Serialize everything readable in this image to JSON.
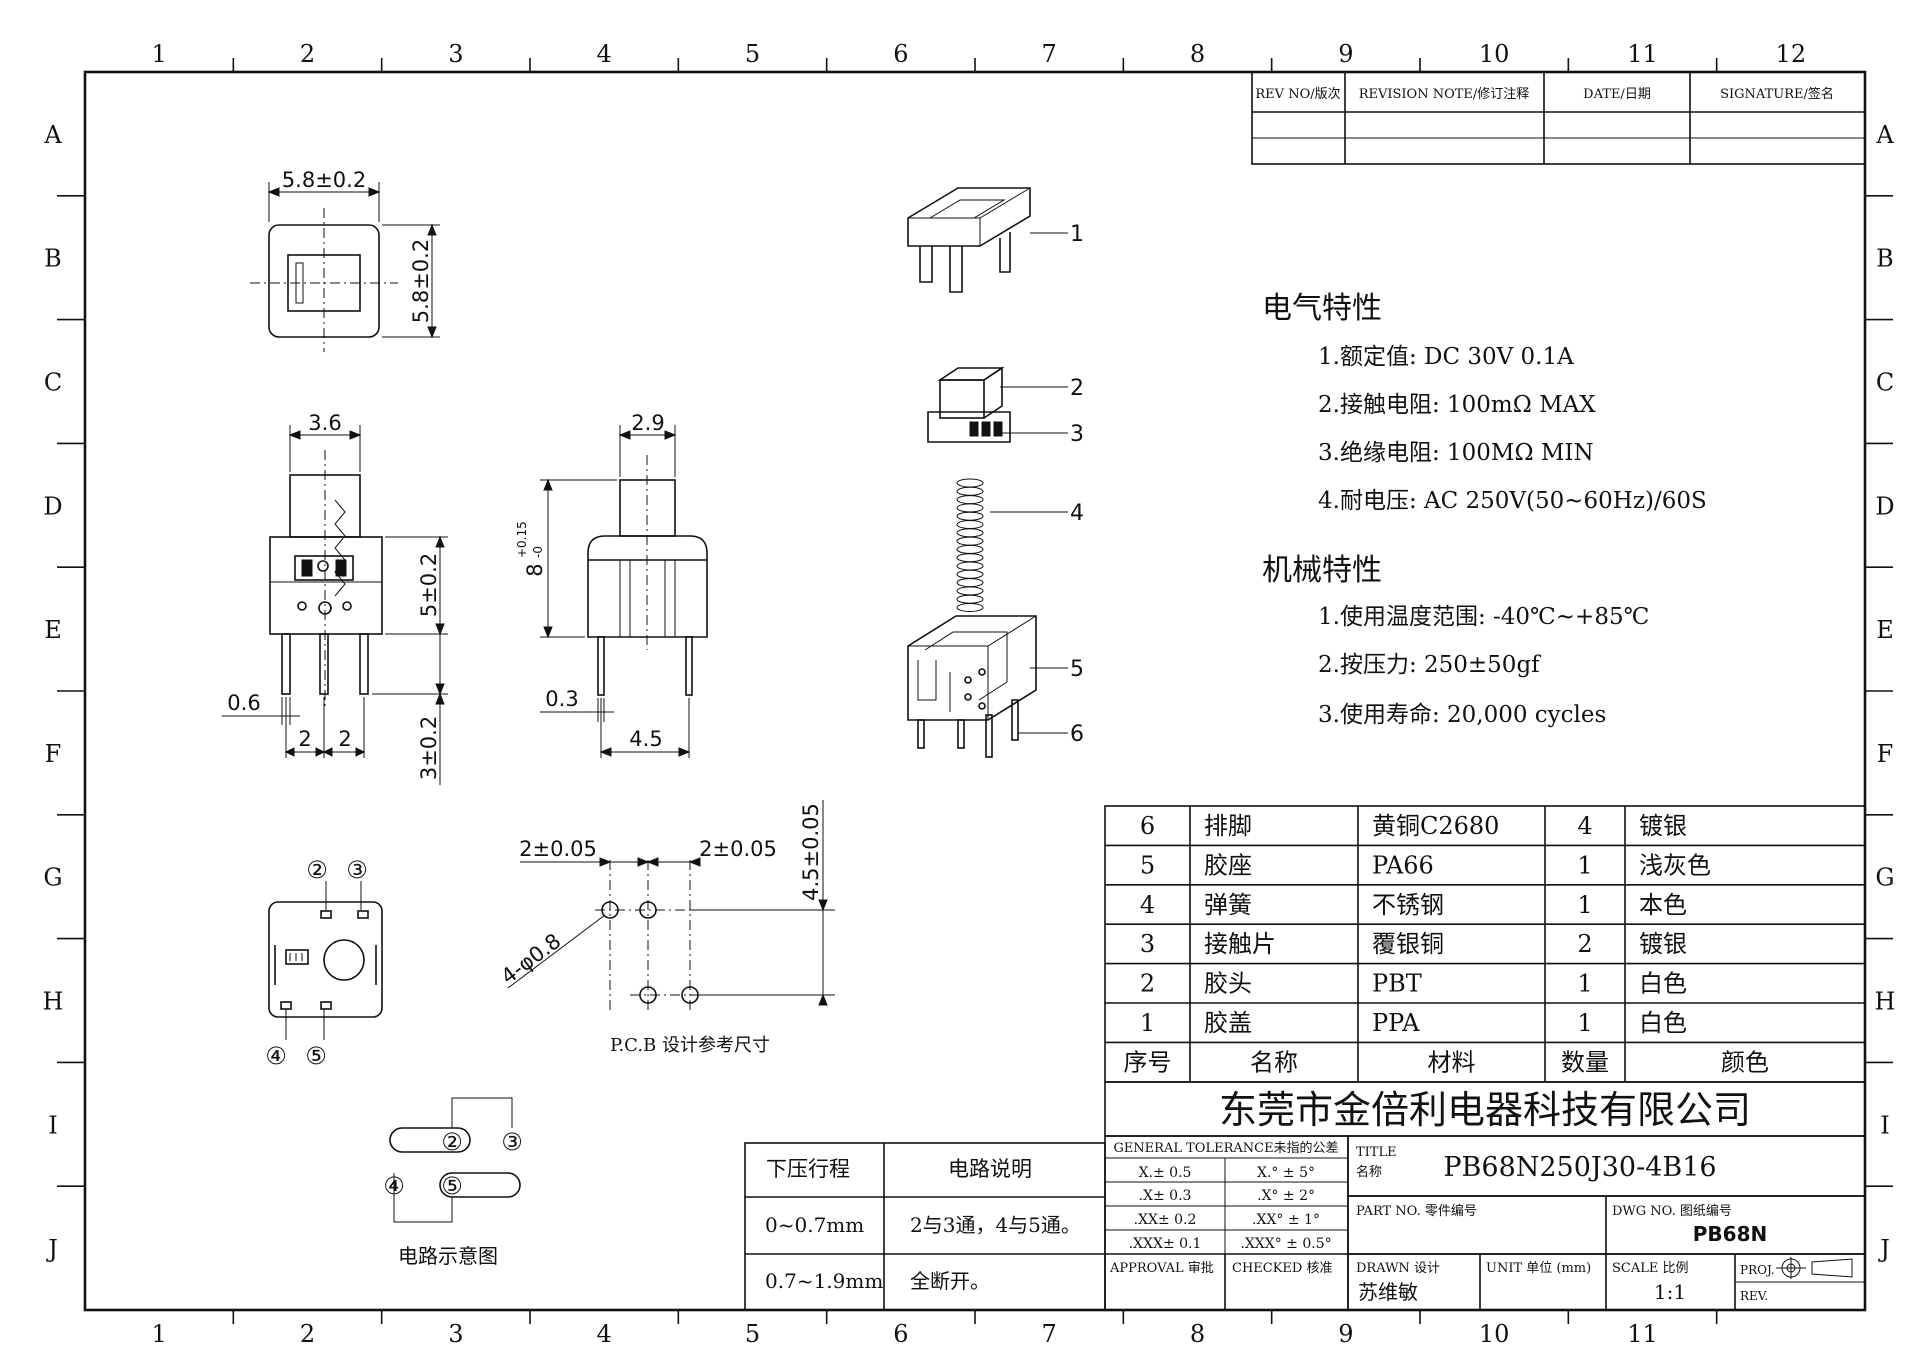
{
  "border": {
    "col_labels": [
      "1",
      "2",
      "3",
      "4",
      "5",
      "6",
      "7",
      "8",
      "9",
      "10",
      "11",
      "12"
    ],
    "bottom_col_labels": [
      "1",
      "2",
      "3",
      "4",
      "5",
      "6",
      "7",
      "8",
      "9",
      "10",
      "11"
    ],
    "row_labels": [
      "A",
      "B",
      "C",
      "D",
      "E",
      "F",
      "G",
      "H",
      "I",
      "J"
    ]
  },
  "revision_table": {
    "headers": [
      "REV NO/版次",
      "REVISION NOTE/修订注释",
      "DATE/日期",
      "SIGNATURE/签名"
    ]
  },
  "dimensions": {
    "top_width": "5.8±0.2",
    "top_height": "5.8±0.2",
    "front_width": "3.6",
    "body_height": "5±0.2",
    "pin_length": "3±0.2",
    "pin_width": "0.6",
    "pitch_a": "2",
    "pitch_b": "2",
    "side_width": "2.9",
    "side_height": "8",
    "side_tol_plus": "+0.15",
    "side_tol_minus": "-0",
    "side_pin": "0.3",
    "side_pin_span": "4.5",
    "pcb_pitch_left": "2±0.05",
    "pcb_pitch_right": "2±0.05",
    "pcb_vertical": "4.5±0.05",
    "pcb_hole": "4-φ0.8"
  },
  "pcb_caption": "P.C.B 设计参考尺寸",
  "circuit_caption": "电路示意图",
  "pin_markers": [
    "②",
    "③",
    "④",
    "⑤"
  ],
  "part_callouts": [
    "1",
    "2",
    "3",
    "4",
    "5",
    "6"
  ],
  "electrical": {
    "title": "电气特性",
    "items": [
      "1.额定值: DC 30V 0.1A",
      "2.接触电阻: 100mΩ MAX",
      "3.绝缘电阻: 100MΩ MIN",
      "4.耐电压: AC 250V(50~60Hz)/60S"
    ]
  },
  "mechanical": {
    "title": "机械特性",
    "items": [
      "1.使用温度范围: -40℃~+85℃",
      "2.按压力: 250±50gf",
      "3.使用寿命: 20,000 cycles"
    ]
  },
  "bom": {
    "rows": [
      [
        "6",
        "排脚",
        "黄铜C2680",
        "4",
        "镀银"
      ],
      [
        "5",
        "胶座",
        "PA66",
        "1",
        "浅灰色"
      ],
      [
        "4",
        "弹簧",
        "不锈钢",
        "1",
        "本色"
      ],
      [
        "3",
        "接触片",
        "覆银铜",
        "2",
        "镀银"
      ],
      [
        "2",
        "胶头",
        "PBT",
        "1",
        "白色"
      ],
      [
        "1",
        "胶盖",
        "PPA",
        "1",
        "白色"
      ]
    ],
    "headers": [
      "序号",
      "名称",
      "材料",
      "数量",
      "颜色"
    ]
  },
  "company": "东莞市金倍利电器科技有限公司",
  "tolerance": {
    "header": "GENERAL TOLERANCE未指的公差",
    "rows": [
      [
        "X.± 0.5",
        "X.° ± 5°"
      ],
      [
        ".X± 0.3",
        ".X° ± 2°"
      ],
      [
        ".XX± 0.2",
        ".XX° ± 1°"
      ],
      [
        ".XXX± 0.1",
        ".XXX° ± 0.5°"
      ]
    ]
  },
  "title_block": {
    "title_label": "TITLE",
    "title_cn": "名称",
    "title_value": "PB68N250J30-4B16",
    "part_no_label": "PART NO. 零件编号",
    "dwg_no_label": "DWG NO. 图纸编号",
    "dwg_no_value": "PB68N",
    "approval_label": "APPROVAL 审批",
    "checked_label": "CHECKED 核准",
    "drawn_label": "DRAWN 设计",
    "drawn_value": "苏维敏",
    "unit_label": "UNIT 单位 (mm)",
    "scale_label": "SCALE 比例",
    "scale_value": "1:1",
    "proj_label": "PROJ.",
    "rev_label": "REV."
  },
  "stroke_table": {
    "headers": [
      "下压行程",
      "电路说明"
    ],
    "rows": [
      [
        "0~0.7mm",
        "2与3通，4与5通。"
      ],
      [
        "0.7~1.9mm",
        "全断开。"
      ]
    ]
  }
}
